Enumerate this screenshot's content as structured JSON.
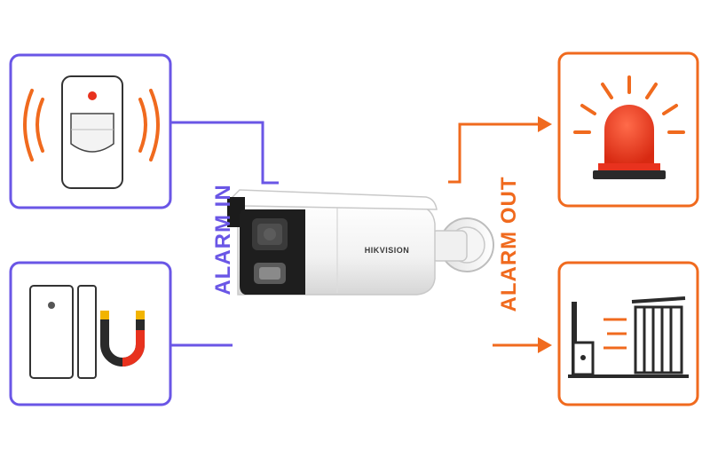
{
  "labels": {
    "alarm_in": "ALARM IN",
    "alarm_out": "ALARM OUT"
  },
  "camera": {
    "brand": "HIKVISION"
  },
  "colors": {
    "alarm_in": "#6a56e6",
    "alarm_out": "#f06a1e",
    "siren_red": "#e8321e",
    "dark": "#2a2a2a"
  },
  "devices": {
    "inputs": [
      {
        "name": "motion-detector",
        "icon": "pir-sensor-icon"
      },
      {
        "name": "door-contact",
        "icon": "magnetic-contact-icon"
      }
    ],
    "outputs": [
      {
        "name": "siren",
        "icon": "siren-light-icon"
      },
      {
        "name": "gate",
        "icon": "gate-barrier-icon"
      }
    ]
  }
}
